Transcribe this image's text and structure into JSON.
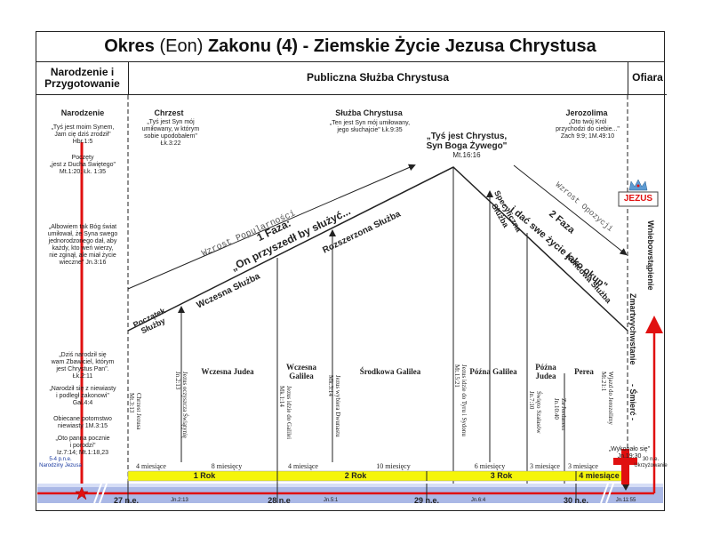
{
  "title": {
    "part1": "Okres",
    "part2": " (Eon) ",
    "part3": "Zakonu (4) - Ziemskie Życie Jezusa Chrystusa"
  },
  "headers": {
    "birth": "Narodzenie i\nPrzygotowanie",
    "ministry": "Publiczna Służba Chrystusa",
    "sacrifice": "Ofiara"
  },
  "sections": {
    "birth": "Narodzenie",
    "christ": "Chrzest",
    "service": "Służba Chrystusa",
    "jerusalem": "Jerozolima"
  },
  "quotes": {
    "q1": "„Tyś jest moim Synem,\nJam cię dziś zrodził\"\nHbr.1:5",
    "q2": "Poczęty\n„jest z Ducha Świętego\"\nMt.1:20; Łk. 1:35",
    "q3": "„Albowiem tak Bóg świat\numiłował, że Syna swego\njednorodzonego dał, aby\nkażdy, kto weń wierzy,\nnie zginął, ale miał życie\nwieczne\" Jn.3:16",
    "q4": "„Dziś narodził się\nwam Zbawiciel, którym\njest Chrystus Pan\".\nŁk.2:11",
    "q5": "„Narodził się z niewiasty\ni podległ zakonowi\"\nGal.4:4",
    "q6": "Obiecane potomstwo\nniewiasty 1M.3:15",
    "q7": "„Oto panna pocznie\ni porodzi\"\nIz.7:14; Mt.1:18,23",
    "q8": "„Tyś jest Syn mój\numiłowany, w którym\nsobie upodobałem\"\nŁk.3:22",
    "q9": "„Ten jest Syn mój umiłowany,\njego słuchajcie\" Łk.9:35",
    "q10": "„Oto twój Król\nprzychodzi do ciebie...\"\nZach 9:9; 1M.49:10",
    "q11": "„Wykonało się\"\nJn.19:30"
  },
  "confession": {
    "text": "„Tyś jest Chrystus,\nSyn Boga Żywego\"",
    "ref": "Mt.16:16"
  },
  "diagonals": {
    "popularity": "Wzrost Popularności",
    "phase1": "1 Faza:",
    "phase1b": "„On przyszedł by służyć...",
    "expanded": "Rozszerzona Służba",
    "early": "Wczesna Służba",
    "start": "Początek\nSłużby",
    "phase2": "2 Faza",
    "phase2b": "...i dać swe życie jako okup\"",
    "specific": "Specyficzna\nSłużba",
    "final": "Końcowa Służba",
    "opposition": "Wzrost Opozycji"
  },
  "right_labels": {
    "ascension": "Wniebowstąpienie",
    "resurrection": "Zmartwychwstanie",
    "death": "- Śmierć -",
    "jesus": "JEZUS"
  },
  "regions": {
    "r1": "Wczesna Judea",
    "r2": "Wczesna\nGalilea",
    "r3": "Środkowa  Galilea",
    "r4": "Późna Galilea",
    "r5": "Późna\nJudea",
    "r6": "Perea"
  },
  "vertical_notes": {
    "v1": "Chrzest Jezusa\nMt.3:13",
    "v2": "Jezus oczyszcza Świątynię\nJn.2:13",
    "v3": "Jezus idzie do Galilei\nMk.1:14",
    "v4": "Jezus wybiera Dwunastu\nMk.3:14",
    "v5": "Jezus idzie do Tyru i Sydonu\nMt.15:21",
    "v6": "Święto Szałasów\nJn.7:10",
    "v7": "Za Jordanem\nJn.10:40",
    "v8": "Wjazd do Jerozolimy\nMt.21:1"
  },
  "durations": [
    "4 miesiące",
    "8 miesięcy",
    "4 miesiące",
    "10 miesięcy",
    "6 miesięcy",
    "3 miesiące",
    "3 miesiące",
    "4 miesiące"
  ],
  "years": [
    "1 Rok",
    "2 Rok",
    "3 Rok"
  ],
  "timeline": {
    "dates": [
      "27 n.e.",
      "28 n.e",
      "29 n.e.",
      "30 n.e."
    ],
    "passovers": [
      "Jn.2:13",
      "Jn.5:1",
      "Jn.6:4",
      "Jn.11:55"
    ],
    "left_note": "5-4 p.n.e.\nNarodziny Jezusa",
    "right_note": "30 n.e.\nUkrzyżowanie"
  },
  "colors": {
    "red": "#e01010",
    "yellow": "#f5f50a",
    "timeline": "#aab8e6",
    "line": "#222222"
  }
}
